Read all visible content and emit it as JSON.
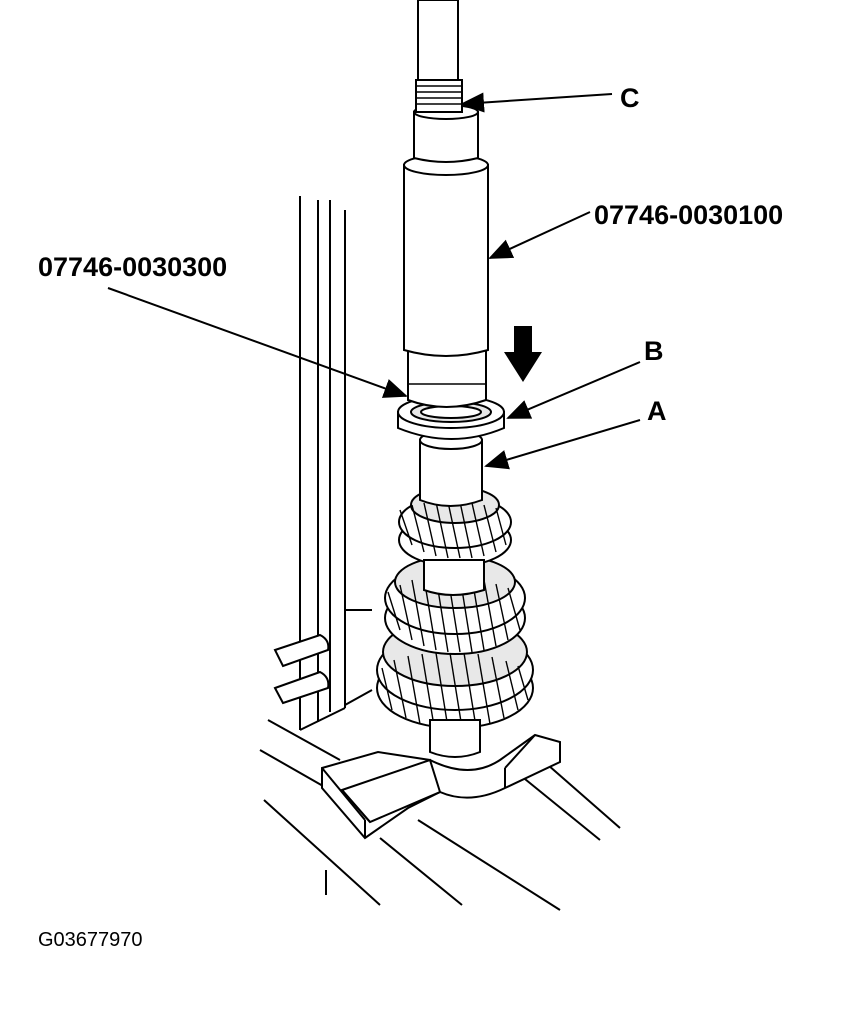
{
  "callouts": {
    "c": "C",
    "tool_top": "07746-0030100",
    "tool_left": "07746-0030300",
    "b": "B",
    "a": "A"
  },
  "figure_id": "G03677970"
}
